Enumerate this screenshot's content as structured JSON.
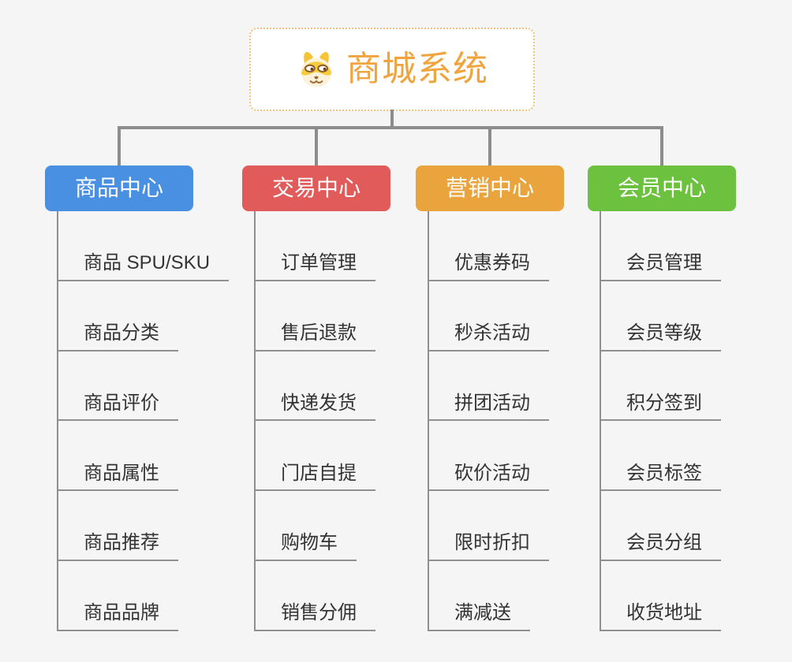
{
  "page": {
    "background_color": "#f5f5f6",
    "connector_color": "#8c8c8c",
    "leaf_line_color": "#8f8f8f",
    "leaf_text_color": "#333333"
  },
  "root": {
    "title": "商城系统",
    "icon": "shiba-dog-icon",
    "text_color": "#f0a43e",
    "border_color": "#f1c27d",
    "background_color": "#ffffff"
  },
  "branches": [
    {
      "id": "product-center",
      "label": "商品中心",
      "color": "#4a90e2",
      "children": [
        "商品 SPU/SKU",
        "商品分类",
        "商品评价",
        "商品属性",
        "商品推荐",
        "商品品牌"
      ]
    },
    {
      "id": "trade-center",
      "label": "交易中心",
      "color": "#e25b5b",
      "children": [
        "订单管理",
        "售后退款",
        "快递发货",
        "门店自提",
        "购物车",
        "销售分佣"
      ]
    },
    {
      "id": "marketing-center",
      "label": "营销中心",
      "color": "#e9a43d",
      "children": [
        "优惠券码",
        "秒杀活动",
        "拼团活动",
        "砍价活动",
        "限时折扣",
        "满减送"
      ]
    },
    {
      "id": "member-center",
      "label": "会员中心",
      "color": "#6cc13e",
      "children": [
        "会员管理",
        "会员等级",
        "积分签到",
        "会员标签",
        "会员分组",
        "收货地址"
      ]
    }
  ]
}
